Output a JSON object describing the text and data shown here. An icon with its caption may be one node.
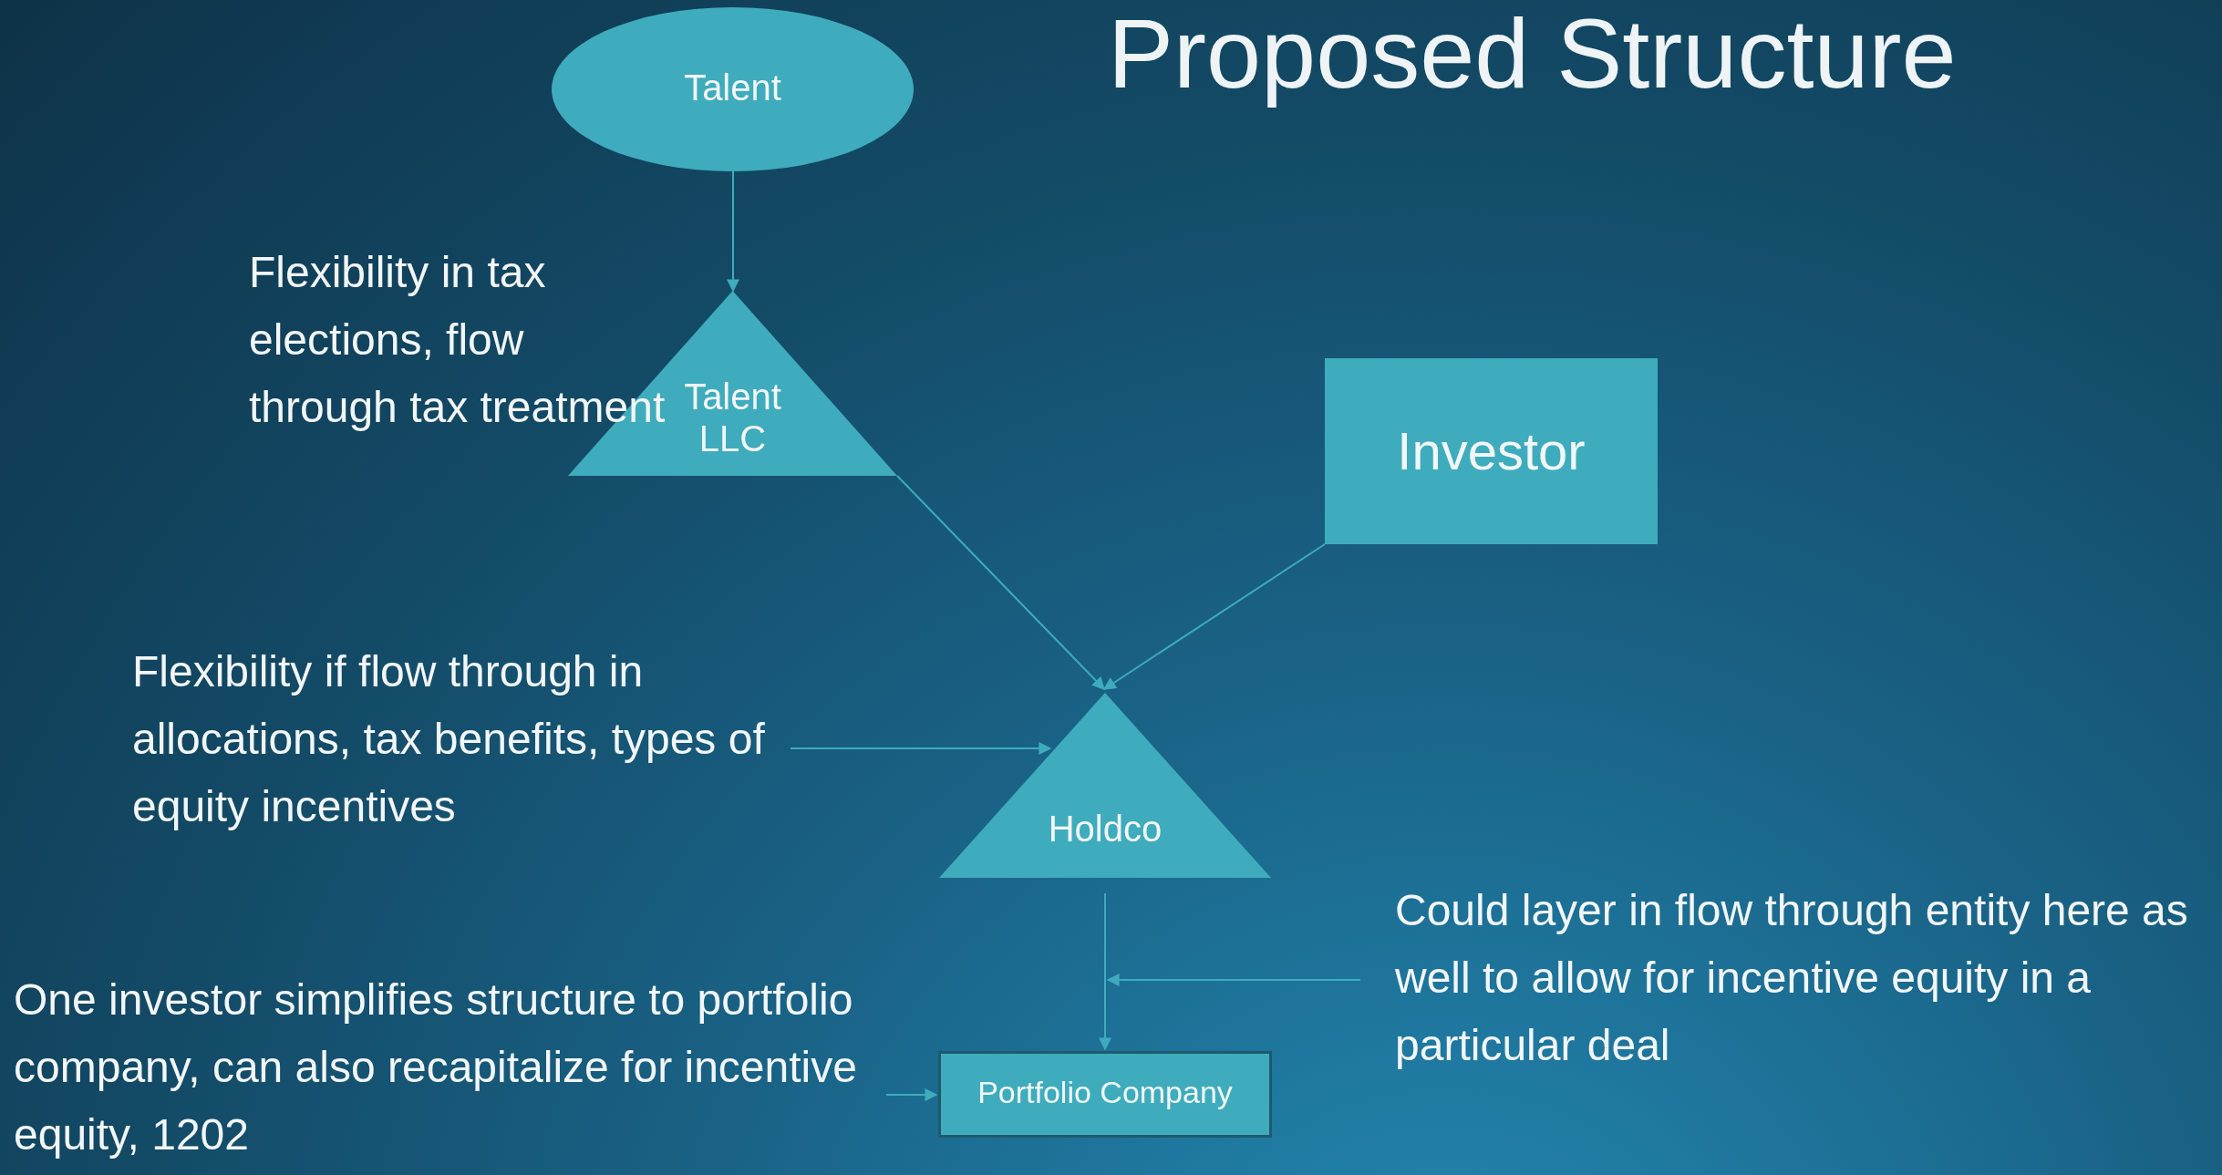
{
  "diagram": {
    "title": "Proposed Structure",
    "nodes": [
      {
        "text": [
          "Talent"
        ]
      },
      {
        "text": [
          "Talent LLC"
        ]
      },
      {
        "text": [
          "Investor"
        ]
      },
      {
        "text": [
          "Flexibility if flow through in allocations, tax benefits, types of equity incentives"
        ]
      },
      {
        "text": [
          "Holdco"
        ]
      },
      {
        "text": [
          "Could layer in flow through entity here as well to allow for incentive equity in a particular deal"
        ]
      },
      {
        "text": [
          "One investor simplifies structure to portfolio company, can also recapitalize for incentive equity, 1202"
        ]
      },
      {
        "text": [
          "Portfolio Company"
        ]
      }
    ],
    "edges": [
      {
        "from": 0,
        "to": 1,
        "arrow": "to"
      },
      {
        "from": 1,
        "to": 4,
        "arrow": "to"
      },
      {
        "from": 2,
        "to": 4,
        "arrow": "to"
      },
      {
        "from": 3,
        "to": 4,
        "arrow": "to"
      },
      {
        "from": 4,
        "to": 7,
        "arrow": "to"
      },
      {
        "from": 5,
        "to": null,
        "arrow": "to"
      },
      {
        "from": 6,
        "to": 7,
        "arrow": "to"
      }
    ],
    "labels": [
      "Flexibility in tax elections, flow through tax treatment"
    ]
  }
}
